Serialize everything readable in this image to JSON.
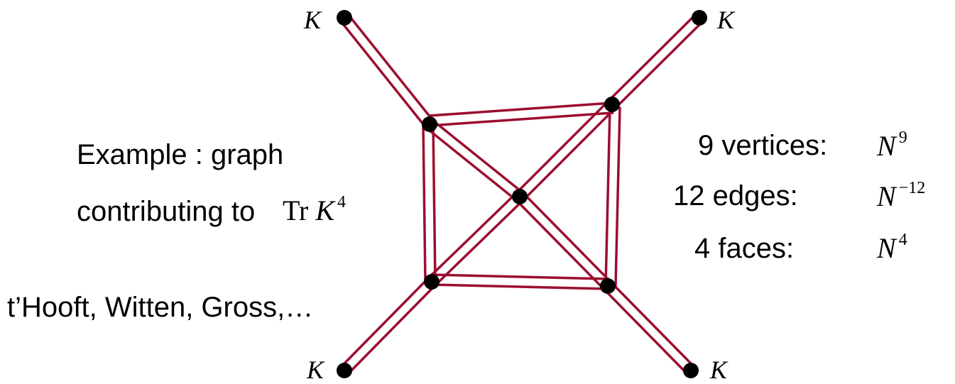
{
  "colors": {
    "edge": "#9B0F2F",
    "vertex": "#000000",
    "text": "#000000",
    "background": "#ffffff"
  },
  "example": {
    "line1": "Example : graph",
    "line2_text": "contributing to",
    "trace_op": "Tr",
    "trace_var": "K",
    "trace_exp": "4"
  },
  "attribution": "t’Hooft, Witten, Gross,…",
  "counts": [
    {
      "label": "9 vertices:",
      "base": "N",
      "exponent": "9"
    },
    {
      "label": "12 edges:",
      "base": "N",
      "exponent": "−12"
    },
    {
      "label": "4 faces:",
      "base": "N",
      "exponent": "4"
    }
  ],
  "external_labels": {
    "top_left": "K",
    "top_right": "K",
    "bottom_left": "K",
    "bottom_right": "K"
  }
}
